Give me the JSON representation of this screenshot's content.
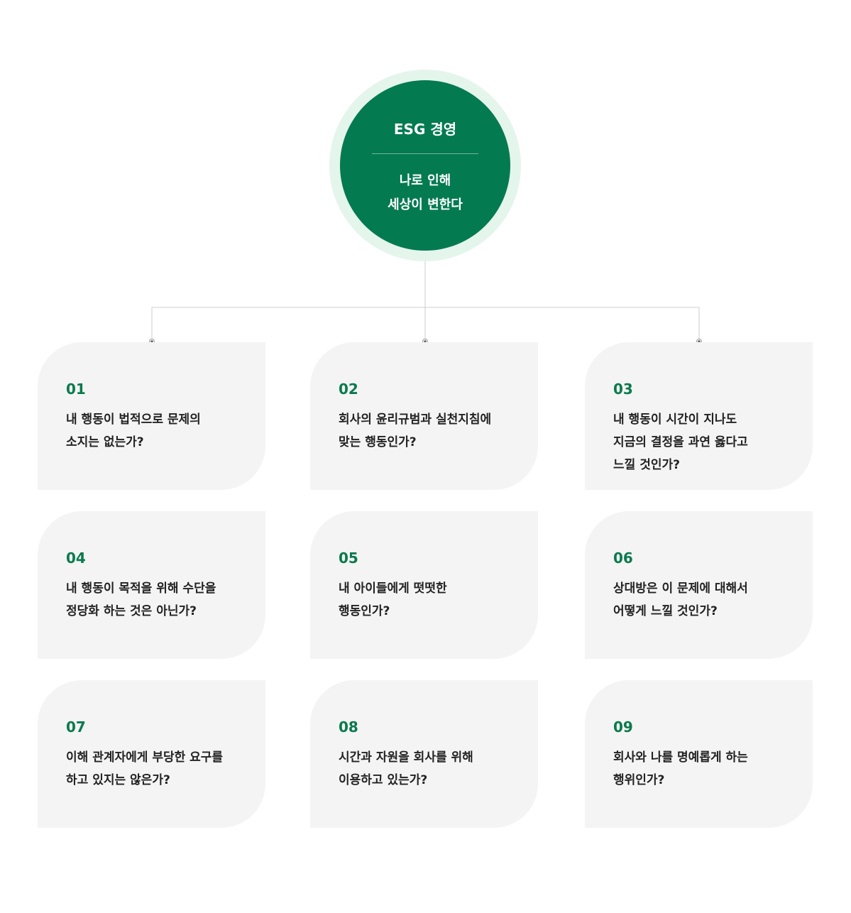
{
  "hub": {
    "title": "ESG 경영",
    "subtitle_lines": [
      "나로 인해",
      "세상이 변한다"
    ]
  },
  "colors": {
    "accent": "#047a51",
    "accent_ring": "#e4f5ec",
    "card_bg": "#f4f4f4",
    "number": "#0a7a4d",
    "text": "#222222",
    "connector": "#cccccc",
    "connector_dot": "#777777"
  },
  "cards": [
    {
      "number": "01",
      "lines": [
        "내 행동이 법적으로 문제의",
        "소지는 없는가?"
      ]
    },
    {
      "number": "02",
      "lines": [
        "회사의 윤리규범과 실천지침에",
        "맞는 행동인가?"
      ]
    },
    {
      "number": "03",
      "lines": [
        "내 행동이 시간이 지나도",
        "지금의 결정을 과연 옳다고",
        "느낄 것인가?"
      ]
    },
    {
      "number": "04",
      "lines": [
        "내 행동이 목적을 위해 수단을",
        "정당화 하는 것은 아닌가?"
      ]
    },
    {
      "number": "05",
      "lines": [
        "내 아이들에게 떳떳한",
        "행동인가?"
      ]
    },
    {
      "number": "06",
      "lines": [
        "상대방은 이 문제에 대해서",
        "어떻게 느낄 것인가?"
      ]
    },
    {
      "number": "07",
      "lines": [
        "이해 관계자에게 부당한 요구를",
        "하고 있지는 않은가?"
      ]
    },
    {
      "number": "08",
      "lines": [
        "시간과 자원을 회사를 위해",
        "이용하고 있는가?"
      ]
    },
    {
      "number": "09",
      "lines": [
        "회사와 나를 명예롭게 하는",
        "행위인가?"
      ]
    }
  ]
}
